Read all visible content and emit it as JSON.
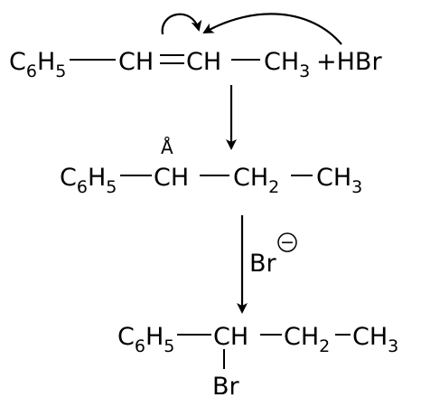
{
  "reactant": {
    "c6h5": {
      "main": "C",
      "sub1": "6",
      "main2": "H",
      "sub2": "5"
    },
    "ch_left": "CH",
    "ch_right": "CH",
    "ch3": {
      "main": "CH",
      "sub": "3"
    },
    "reagent": "+HBr"
  },
  "intermediate": {
    "c6h5": {
      "main": "C",
      "sub1": "6",
      "main2": "H",
      "sub2": "5"
    },
    "carbocation_mark": "Å",
    "ch": "CH",
    "ch2": {
      "main": "CH",
      "sub": "2"
    },
    "ch3": {
      "main": "CH",
      "sub": "3"
    }
  },
  "step2_reagent": {
    "label": "Br",
    "charge": "−"
  },
  "product": {
    "c6h5": {
      "main": "C",
      "sub1": "6",
      "main2": "H",
      "sub2": "5"
    },
    "ch": "CH",
    "ch2": {
      "main": "CH",
      "sub": "2"
    },
    "ch3": {
      "main": "CH",
      "sub": "3"
    },
    "substituent": "Br"
  }
}
